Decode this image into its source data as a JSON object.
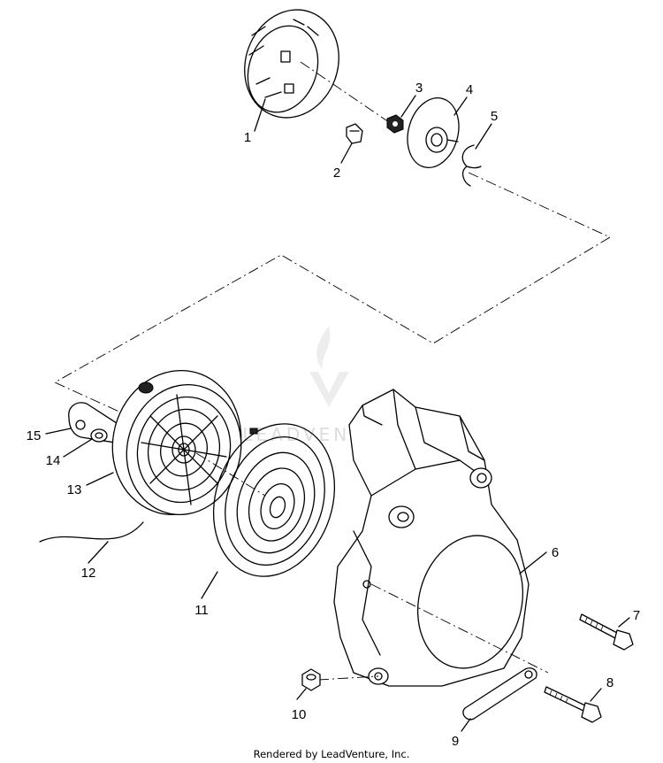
{
  "callouts": [
    "1",
    "2",
    "3",
    "4",
    "5",
    "6",
    "7",
    "8",
    "9",
    "10",
    "11",
    "12",
    "13",
    "14",
    "15"
  ],
  "footer": "Rendered by LeadVenture, Inc.",
  "watermark": "LEADVENTURE"
}
